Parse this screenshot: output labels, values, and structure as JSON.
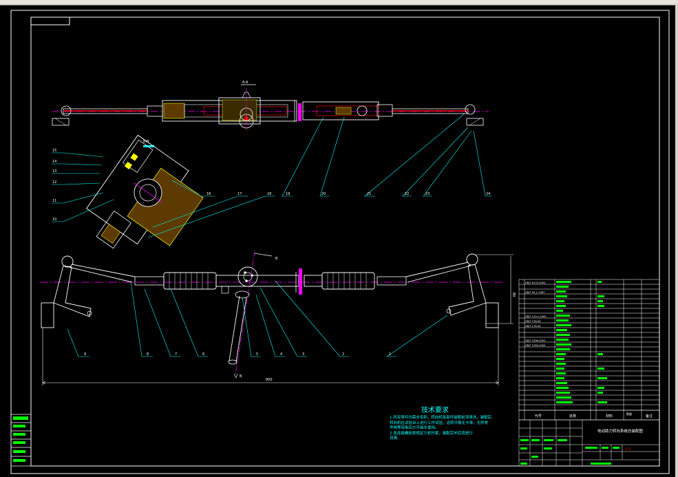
{
  "section_labels": {
    "aa": "A-A",
    "bb": "B-B",
    "b_top": "B",
    "b_bottom": "B"
  },
  "callouts_top": [
    "15",
    "14",
    "13",
    "12",
    "11",
    "10",
    "16",
    "17",
    "18",
    "19",
    "20",
    "21",
    "22",
    "23",
    "24"
  ],
  "callouts_bottom": [
    "9",
    "8",
    "7",
    "6",
    "5",
    "4",
    "3",
    "2",
    "1"
  ],
  "dimensions": {
    "overall": "900",
    "height": "80"
  },
  "tech_requirements": {
    "title": "技术要求",
    "items": [
      "1.所有零件均需去毛刺，转向机各部件装配前须清洗，装配后",
      "转向机在试验台上进行工作试验，运转平稳无卡滞，无异常",
      "声响等现象后方可装车使用。",
      "2.各连接螺栓按规定力矩拧紧，装配完毕后须进行",
      "润滑。"
    ]
  },
  "title_block": {
    "drawing_title": "电动助力转向系统总装配图",
    "header_code": "代号",
    "header_name": "名称",
    "header_qty": "数量",
    "header_material": "材料",
    "header_note": "备注",
    "scale": "1:5"
  },
  "bom_codes": [
    "GB/T 6170-2000",
    "GB/T 94.1-1987",
    "GB/T 119.1-2000",
    "GB/T 276-94",
    "GB/T 276-94",
    "GB/T 1096-2003",
    "GB/T 5783-2000"
  ],
  "colors": {
    "frame": "#ffffff",
    "outline": "#ffffff",
    "cyan": "#00ffff",
    "magenta": "#ff00ff",
    "yellow": "#ffff00",
    "green": "#00ff00",
    "red": "#ff0000"
  }
}
